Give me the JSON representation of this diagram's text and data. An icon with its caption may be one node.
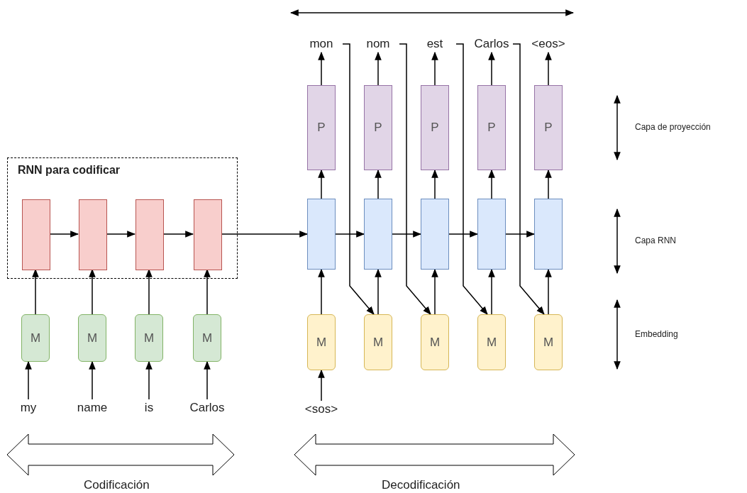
{
  "diagram": {
    "nodes": [
      {
        "text": [
          "RNN para codificar"
        ]
      },
      {
        "text": [],
        "shape": "box",
        "in": 0
      },
      {
        "text": [],
        "shape": "box",
        "in": 0
      },
      {
        "text": [],
        "shape": "box",
        "in": 0
      },
      {
        "text": [],
        "shape": "box",
        "in": 0
      },
      {
        "text": [
          "M"
        ]
      },
      {
        "text": [
          "M"
        ]
      },
      {
        "text": [
          "M"
        ]
      },
      {
        "text": [
          "M"
        ]
      },
      {
        "text": [
          "my"
        ]
      },
      {
        "text": [
          "name"
        ]
      },
      {
        "text": [
          "is"
        ]
      },
      {
        "text": [
          "Carlos"
        ]
      },
      {
        "text": [],
        "shape": "box"
      },
      {
        "text": [],
        "shape": "box"
      },
      {
        "text": [],
        "shape": "box"
      },
      {
        "text": [],
        "shape": "box"
      },
      {
        "text": [],
        "shape": "box"
      },
      {
        "text": [
          "M"
        ]
      },
      {
        "text": [
          "M"
        ]
      },
      {
        "text": [
          "M"
        ]
      },
      {
        "text": [
          "M"
        ]
      },
      {
        "text": [
          "M"
        ]
      },
      {
        "text": [
          "P"
        ]
      },
      {
        "text": [
          "P"
        ]
      },
      {
        "text": [
          "P"
        ]
      },
      {
        "text": [
          "P"
        ]
      },
      {
        "text": [
          "P"
        ]
      },
      {
        "text": [
          "<sos>"
        ]
      },
      {
        "text": [
          "mon"
        ]
      },
      {
        "text": [
          "nom"
        ]
      },
      {
        "text": [
          "est"
        ]
      },
      {
        "text": [
          "Carlos"
        ]
      },
      {
        "text": [
          "<eos>"
        ]
      }
    ],
    "edges": [
      {
        "from": 9,
        "to": 5,
        "arrow": "to"
      },
      {
        "from": 10,
        "to": 6,
        "arrow": "to"
      },
      {
        "from": 11,
        "to": 7,
        "arrow": "to"
      },
      {
        "from": 12,
        "to": 8,
        "arrow": "to"
      },
      {
        "from": 5,
        "to": 1,
        "arrow": "to"
      },
      {
        "from": 6,
        "to": 2,
        "arrow": "to"
      },
      {
        "from": 7,
        "to": 3,
        "arrow": "to"
      },
      {
        "from": 8,
        "to": 4,
        "arrow": "to"
      },
      {
        "from": 1,
        "to": 2,
        "arrow": "to"
      },
      {
        "from": 2,
        "to": 3,
        "arrow": "to"
      },
      {
        "from": 3,
        "to": 4,
        "arrow": "to"
      },
      {
        "from": 4,
        "to": 13,
        "arrow": "to"
      },
      {
        "from": 28,
        "to": 18,
        "arrow": "to"
      },
      {
        "from": 18,
        "to": 13,
        "arrow": "to"
      },
      {
        "from": 19,
        "to": 14,
        "arrow": "to"
      },
      {
        "from": 20,
        "to": 15,
        "arrow": "to"
      },
      {
        "from": 21,
        "to": 16,
        "arrow": "to"
      },
      {
        "from": 22,
        "to": 17,
        "arrow": "to"
      },
      {
        "from": 13,
        "to": 14,
        "arrow": "to"
      },
      {
        "from": 14,
        "to": 15,
        "arrow": "to"
      },
      {
        "from": 15,
        "to": 16,
        "arrow": "to"
      },
      {
        "from": 16,
        "to": 17,
        "arrow": "to"
      },
      {
        "from": 13,
        "to": 23,
        "arrow": "to"
      },
      {
        "from": 14,
        "to": 24,
        "arrow": "to"
      },
      {
        "from": 15,
        "to": 25,
        "arrow": "to"
      },
      {
        "from": 16,
        "to": 26,
        "arrow": "to"
      },
      {
        "from": 17,
        "to": 27,
        "arrow": "to"
      },
      {
        "from": 23,
        "to": 29,
        "arrow": "to"
      },
      {
        "from": 24,
        "to": 30,
        "arrow": "to"
      },
      {
        "from": 25,
        "to": 31,
        "arrow": "to"
      },
      {
        "from": 26,
        "to": 32,
        "arrow": "to"
      },
      {
        "from": 27,
        "to": 33,
        "arrow": "to"
      },
      {
        "from": 29,
        "to": 19,
        "arrow": "to"
      },
      {
        "from": 30,
        "to": 20,
        "arrow": "to"
      },
      {
        "from": 31,
        "to": 21,
        "arrow": "to"
      },
      {
        "from": 32,
        "to": 22,
        "arrow": "to"
      }
    ],
    "labels": [
      "Capa de proyección",
      "Capa RNN",
      "Embedding",
      "Codificación",
      "Decodificación"
    ]
  }
}
